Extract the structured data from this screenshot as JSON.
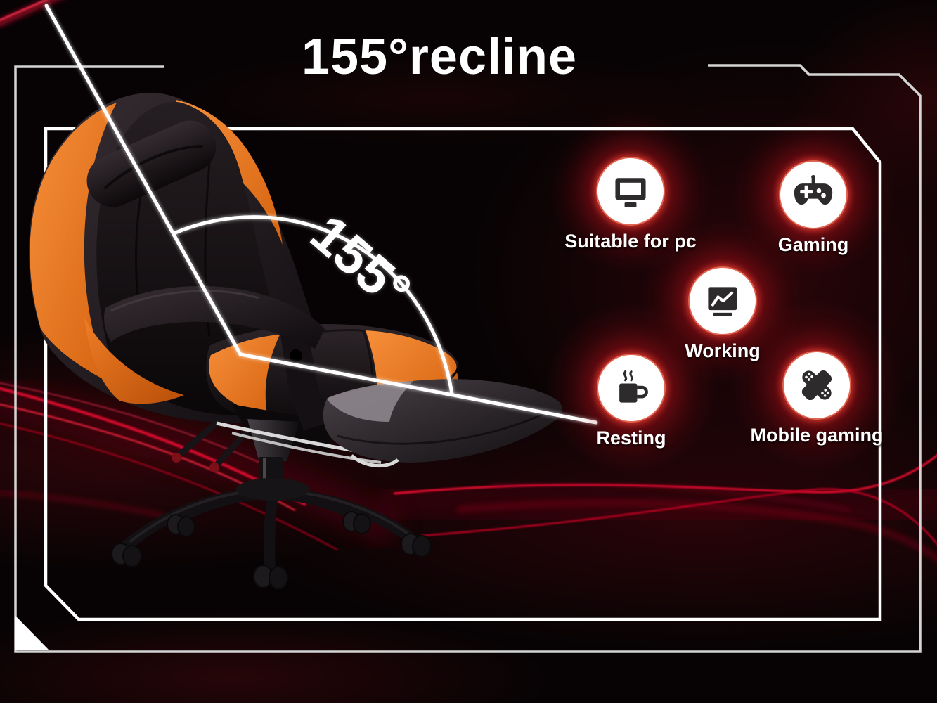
{
  "title": "155°recline",
  "angle_label": "155°",
  "features": [
    {
      "label": "Suitable for pc",
      "icon": "monitor-icon"
    },
    {
      "label": "Gaming",
      "icon": "gamepad-icon"
    },
    {
      "label": "Working",
      "icon": "line-chart-monitor-icon"
    },
    {
      "label": "Resting",
      "icon": "coffee-cup-icon"
    },
    {
      "label": "Mobile gaming",
      "icon": "handheld-console-icon"
    }
  ],
  "colors": {
    "background": "#070304",
    "accent_red": "#e4062c",
    "chair_orange": "#e8731f",
    "frame_white": "#ffffff",
    "icon_ink": "#2e2b2c"
  }
}
